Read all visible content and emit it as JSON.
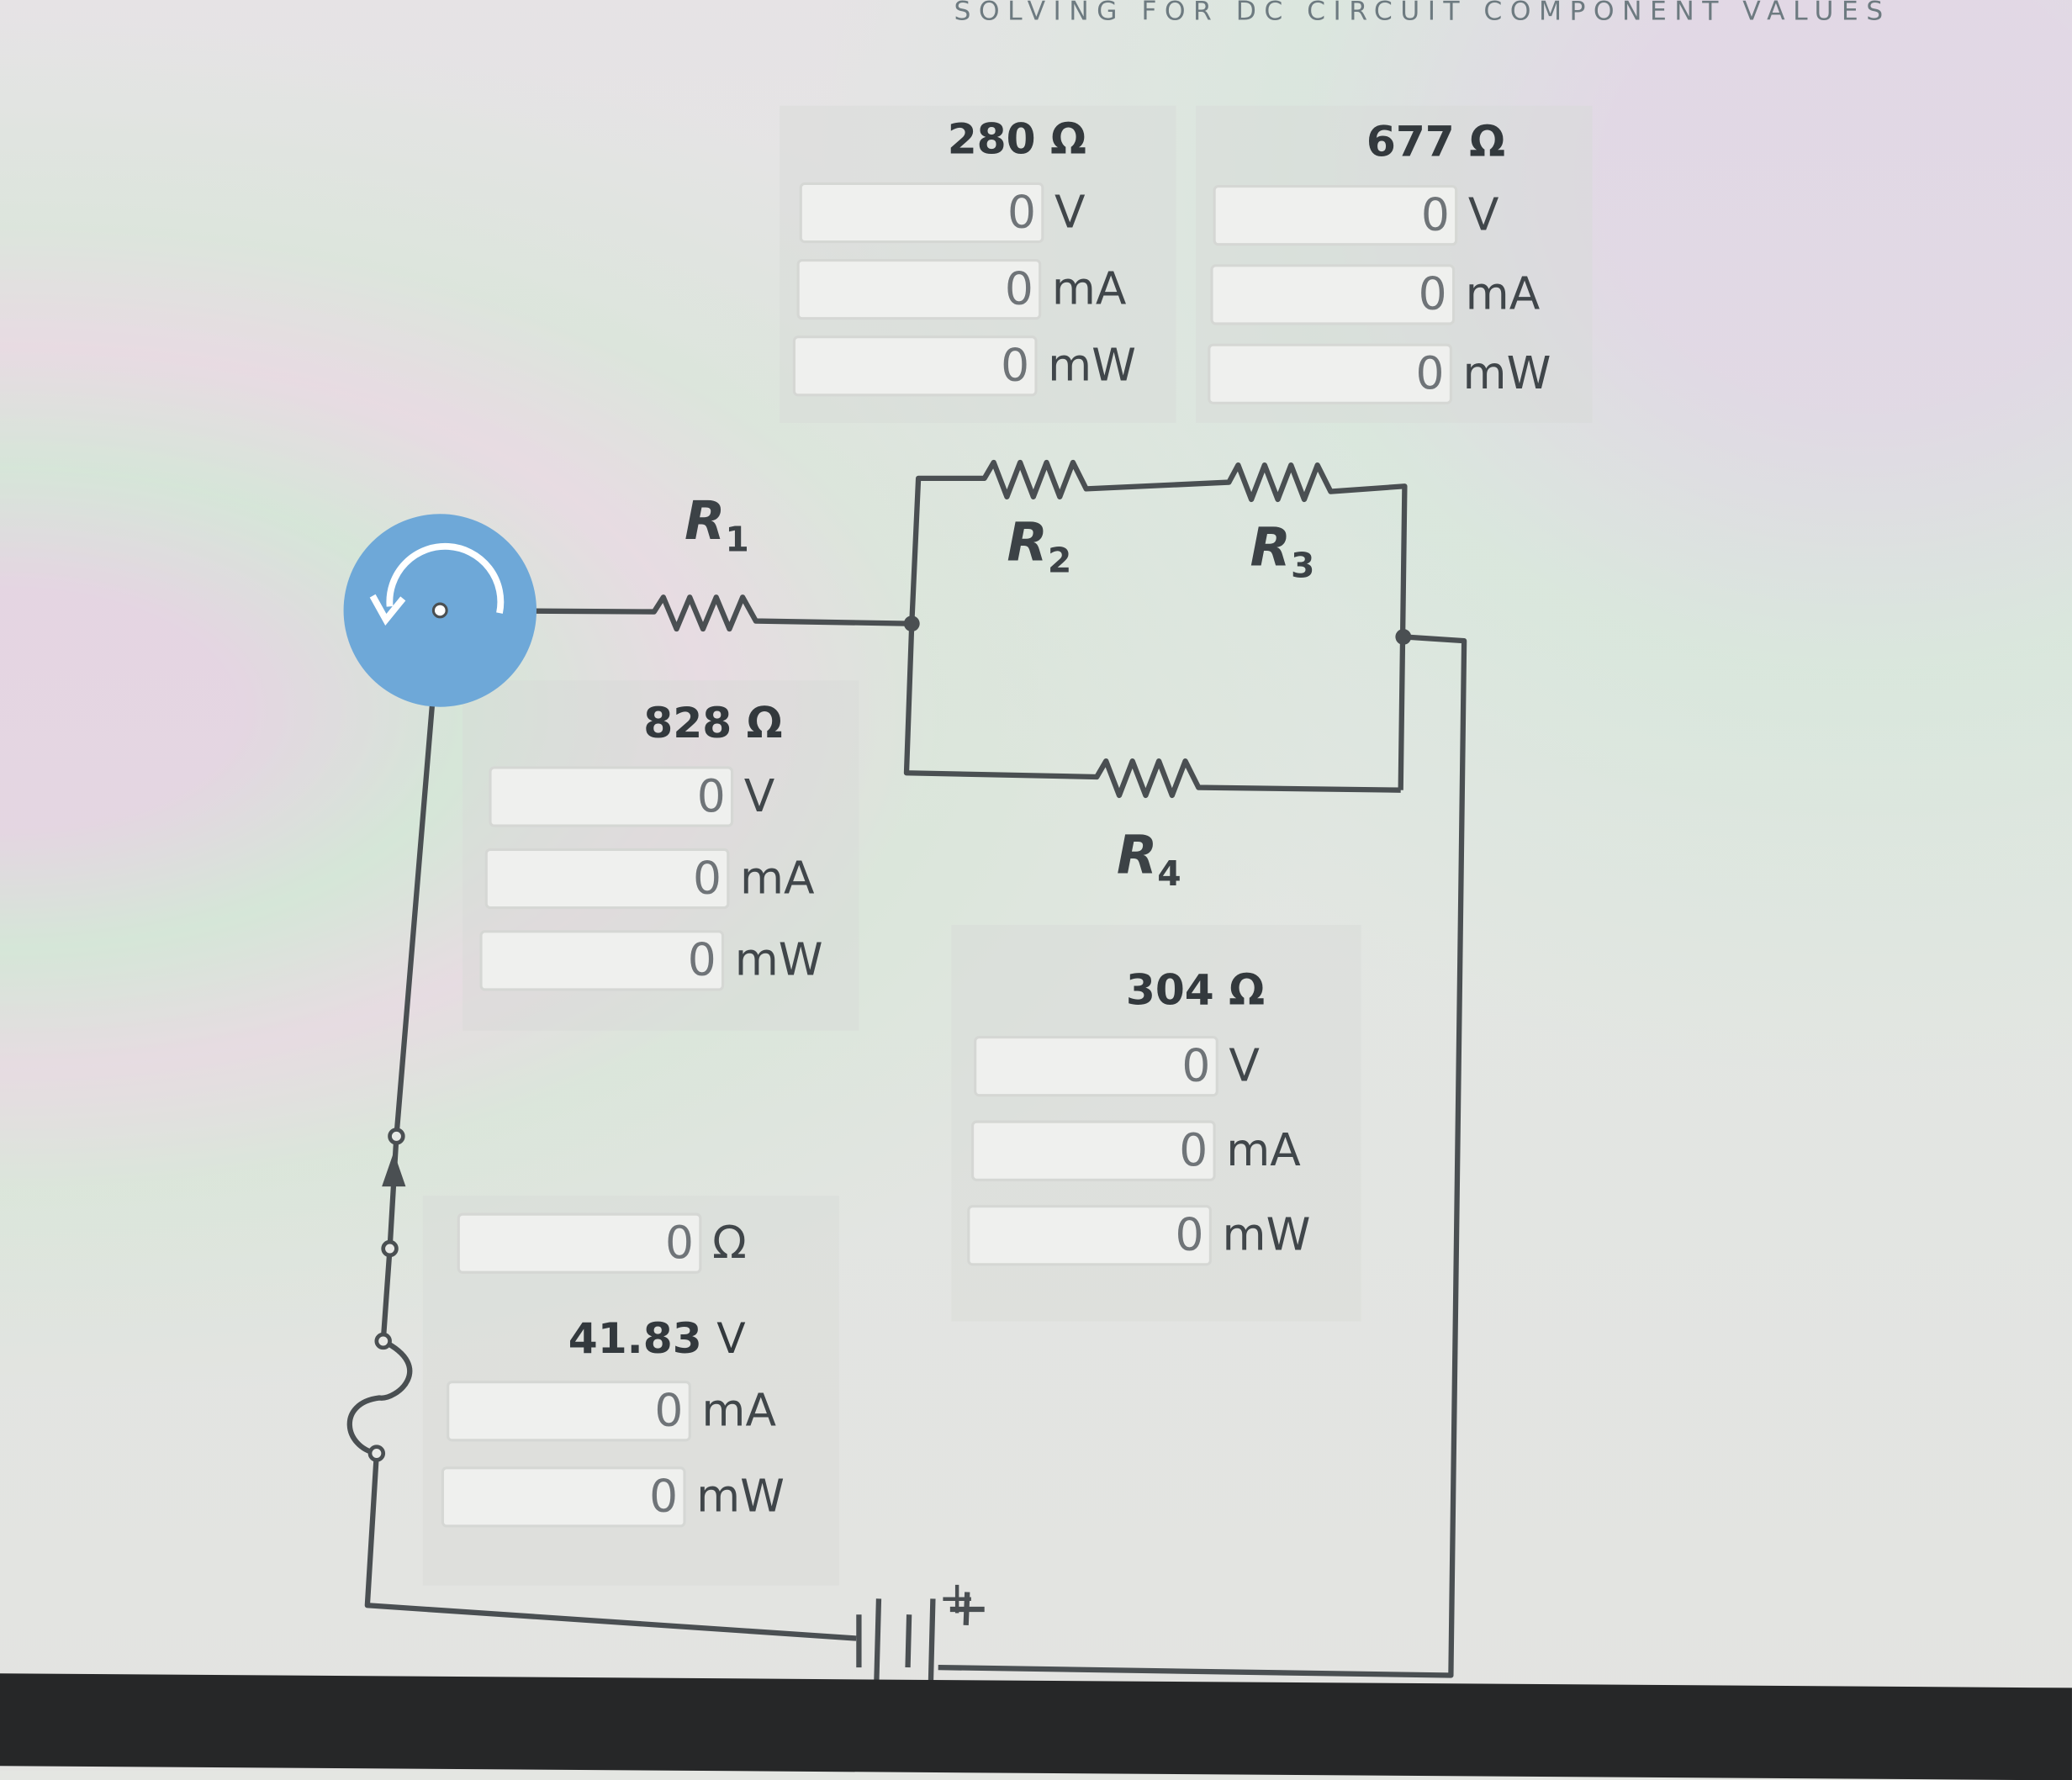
{
  "title": "SOLVING FOR DC CIRCUIT COMPONENT VALUES",
  "colors": {
    "knob": "#6ea8d8",
    "wire": "#4a4f52"
  },
  "icons": {
    "knob": "rotate-ccw-icon"
  },
  "r1": {
    "label": "R",
    "sub": "1",
    "resistance": "828 Ω",
    "voltage": "0",
    "current": "0",
    "power": "0",
    "u_v": "V",
    "u_i": "mA",
    "u_p": "mW"
  },
  "r2": {
    "label": "R",
    "sub": "2",
    "resistance": "280 Ω",
    "voltage": "0",
    "current": "0",
    "power": "0",
    "u_v": "V",
    "u_i": "mA",
    "u_p": "mW"
  },
  "r3": {
    "label": "R",
    "sub": "3",
    "resistance": "677 Ω",
    "voltage": "0",
    "current": "0",
    "power": "0",
    "u_v": "V",
    "u_i": "mA",
    "u_p": "mW"
  },
  "r4": {
    "label": "R",
    "sub": "4",
    "resistance": "304 Ω",
    "voltage": "0",
    "current": "0",
    "power": "0",
    "u_v": "V",
    "u_i": "mA",
    "u_p": "mW"
  },
  "source": {
    "resistance": "0",
    "u_r": "Ω",
    "voltage": "41.83",
    "u_v": "V",
    "current": "0",
    "power": "0",
    "u_i": "mA",
    "u_p": "mW",
    "battery_plus": "+"
  }
}
